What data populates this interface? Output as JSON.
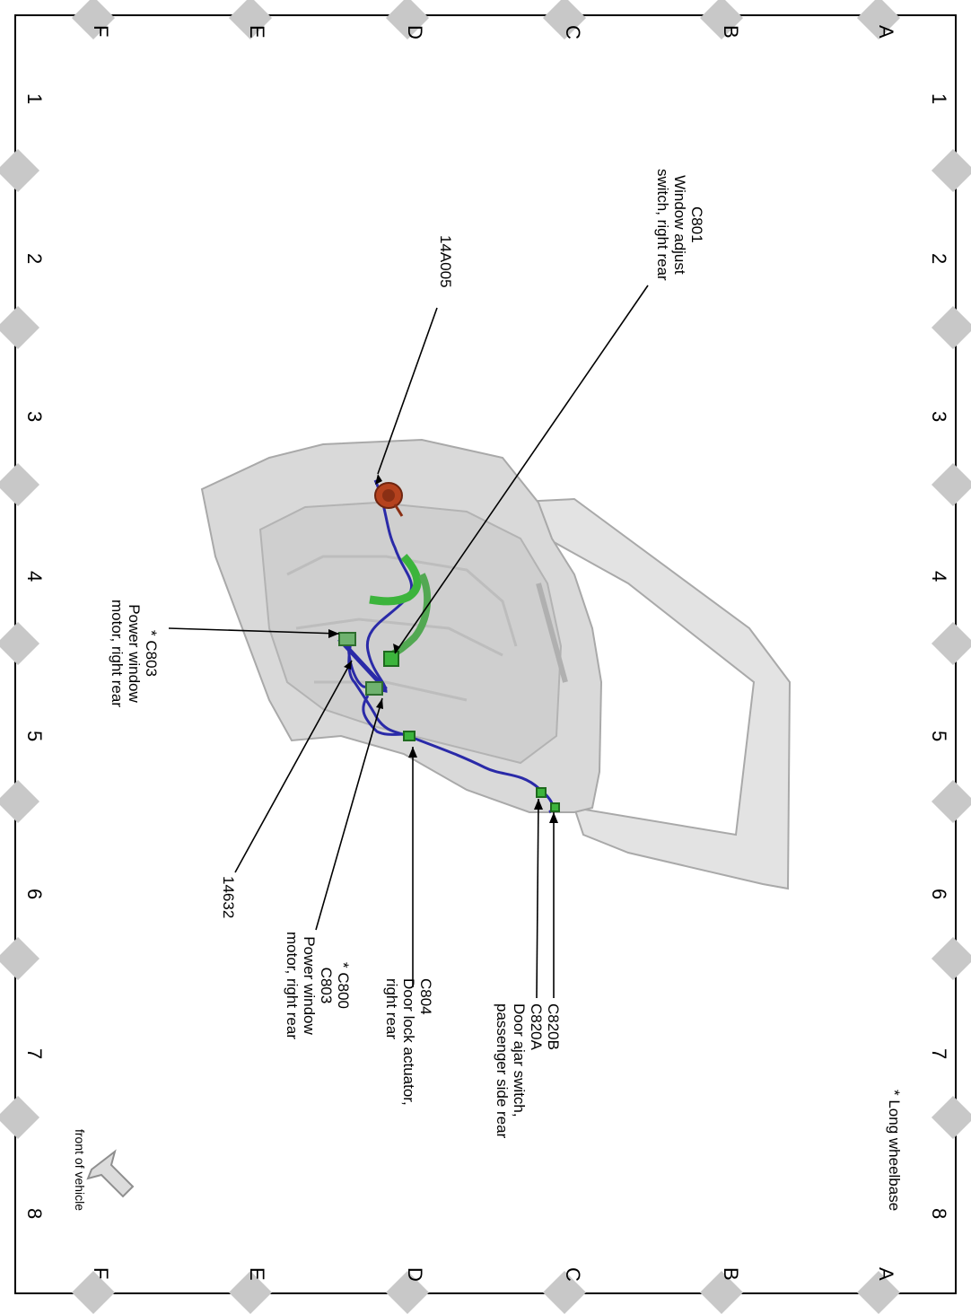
{
  "grid": {
    "rows": [
      "A",
      "B",
      "C",
      "D",
      "E",
      "F"
    ],
    "columns": [
      "1",
      "2",
      "3",
      "4",
      "5",
      "6",
      "7",
      "8"
    ]
  },
  "notes": {
    "long_wheelbase": "* Long wheelbase",
    "front_of_vehicle": "front of vehicle"
  },
  "callouts": {
    "c801": "C801\nWindow adjust\nswitch, right rear",
    "p14a005": "14A005",
    "c803_top": "* C803\nPower window\nmotor, right rear",
    "p14632": "14632",
    "c800_c803": "* C800\nC803\nPower window\nmotor, right rear",
    "c804": "C804\nDoor lock actuator,\nright rear",
    "c820": "C820B\nC820A\nDoor ajar switch,\npassenger side rear"
  },
  "colors": {
    "door_panel": "#d9d9d9",
    "harness_wire": "#2a2aa8",
    "connector": "#3cb43c",
    "grommet": "#b5421e",
    "marker": "#c8c8c8"
  }
}
